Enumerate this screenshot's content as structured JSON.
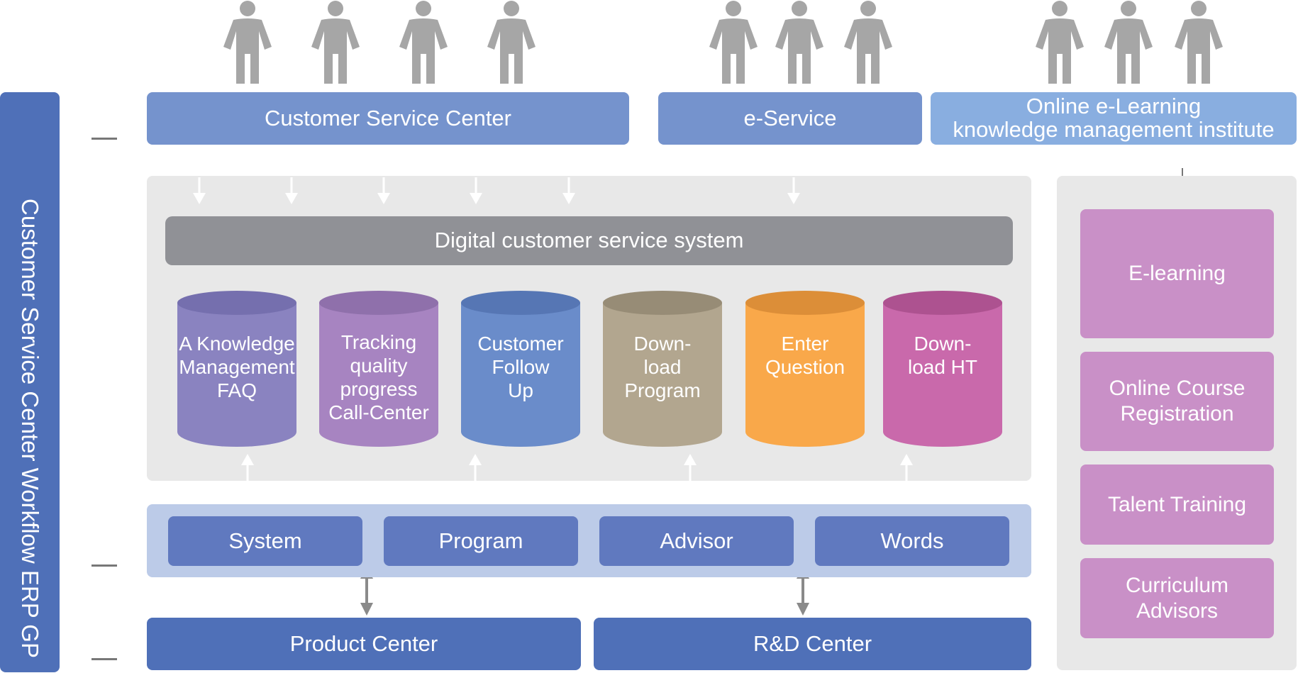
{
  "sidebar": {
    "title": "Customer Service Center Workflow ERP GP"
  },
  "top": {
    "customer_service_center": "Customer Service Center",
    "e_service": "e-Service",
    "elearning_line1": "Online e-Learning",
    "elearning_line2": "knowledge management institute"
  },
  "system": {
    "title": "Digital customer service system",
    "cylinders": [
      {
        "lines": [
          "A Knowledge",
          "Management",
          "FAQ"
        ],
        "color": "#8a83c0",
        "top_color": "#756fae"
      },
      {
        "lines": [
          "Tracking",
          "quality",
          "progress",
          "Call-Center"
        ],
        "color": "#a784c1",
        "top_color": "#8f70ab"
      },
      {
        "lines": [
          "Customer",
          "Follow",
          "Up"
        ],
        "color": "#6a8cca",
        "top_color": "#5676b4"
      },
      {
        "lines": [
          "Down-",
          "load",
          "Program"
        ],
        "color": "#b2a68f",
        "top_color": "#978c76"
      },
      {
        "lines": [
          "Enter",
          "Question"
        ],
        "color": "#f9a84a",
        "top_color": "#dc8e38"
      },
      {
        "lines": [
          "Down-",
          "load HT"
        ],
        "color": "#c969ab",
        "top_color": "#ad5290"
      }
    ]
  },
  "modules": [
    "System",
    "Program",
    "Advisor",
    "Words"
  ],
  "centers": {
    "product": "Product Center",
    "rd": "R&D Center"
  },
  "training": {
    "e_learning": "E-learning",
    "course_line1": "Online Course",
    "course_line2": "Registration",
    "talent": "Talent Training",
    "advisors_line1": "Curriculum",
    "advisors_line2": "Advisors"
  },
  "colors": {
    "sidebar": "#4f70b8",
    "top_bar": "#7593cd",
    "top_bar_light": "#89aee0",
    "panel": "#e8e8e8",
    "dcs_bar": "#909196",
    "module_strip": "#bccbe8",
    "module": "#6079bf",
    "center": "#4f70b8",
    "training": "#c990c7",
    "person": "#a6a6a6"
  },
  "icons": {
    "person": "person-icon",
    "arrow_down": "arrow-down-icon",
    "arrow_up": "arrow-up-icon",
    "arrow_double": "double-arrow-icon"
  }
}
